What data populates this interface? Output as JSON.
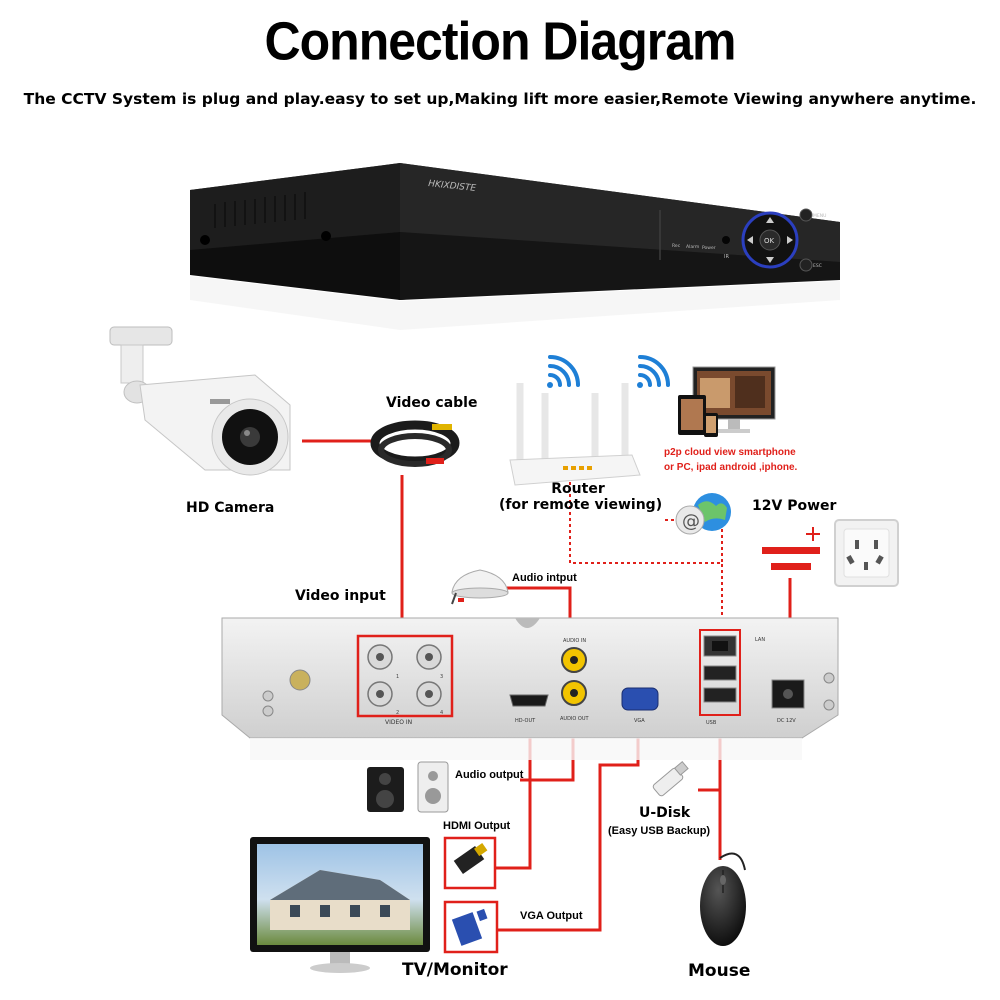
{
  "title": "Connection Diagram",
  "subtitle": "The CCTV System is plug and play.easy to set up,Making lift more easier,Remote Viewing anywhere anytime.",
  "dvr_front": {
    "brand": "HKIXDISTE",
    "leds": [
      "Rec",
      "Alarm",
      "Power"
    ],
    "ir_label": "IR",
    "ok_label": "OK",
    "menu_label": "MENU",
    "esc_label": "ESC"
  },
  "labels": {
    "hd_camera": "HD Camera",
    "video_cable": "Video cable",
    "router_line1": "Router",
    "router_line2": "(for remote viewing)",
    "p2p_line1": "p2p cloud  view smartphone",
    "p2p_line2": "or PC, ipad android ,iphone.",
    "power": "12V Power",
    "video_input": "Video input",
    "audio_input": "Audio intput",
    "audio_output": "Audio output",
    "hdmi_output": "HDMI Output",
    "vga_output": "VGA Output",
    "udisk": "U-Disk",
    "udisk_sub": "(Easy USB Backup)",
    "tv_monitor": "TV/Monitor",
    "mouse": "Mouse"
  },
  "dvr_rear": {
    "video_in": "VIDEO IN",
    "audio_in": "AUDIO IN",
    "audio_out": "AUDIO OUT",
    "hd_out": "HD-OUT",
    "vga": "VGA",
    "lan": "LAN",
    "usb": "USB",
    "dc": "DC 12V",
    "bnc_numbers": [
      "1",
      "3",
      "2",
      "4"
    ]
  },
  "colors": {
    "wire": "#e0201a",
    "wifi": "#1e7fd6",
    "highlight": "#e0201a"
  }
}
